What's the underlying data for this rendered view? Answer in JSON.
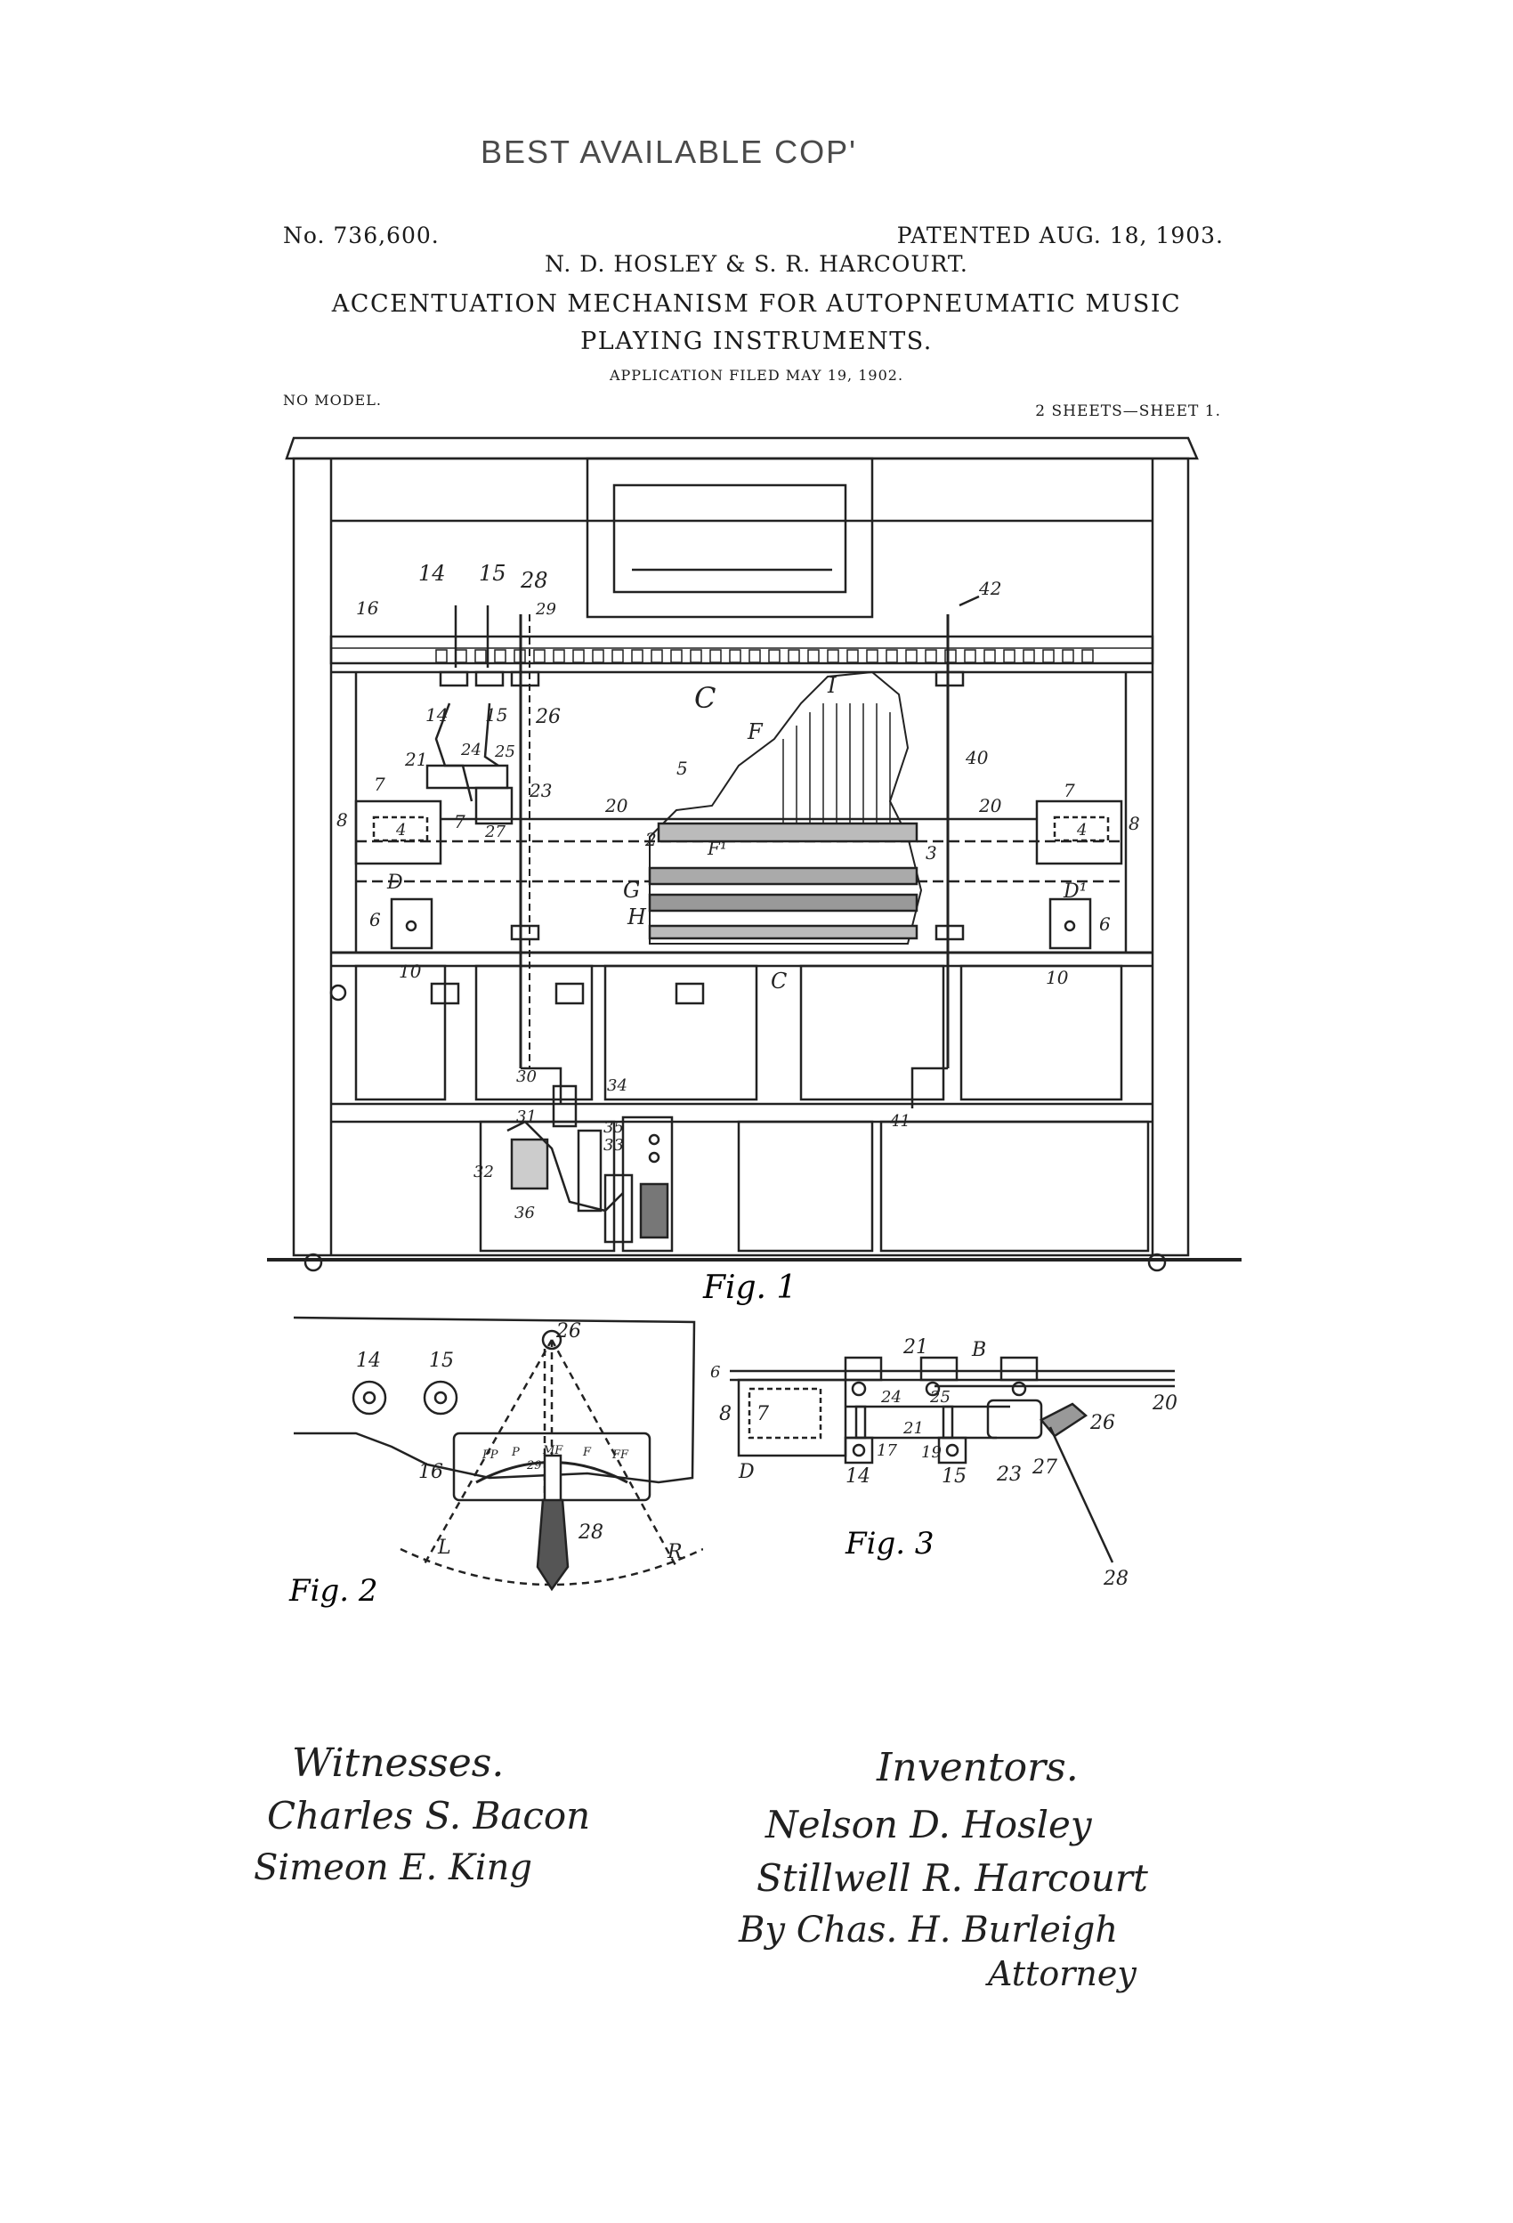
{
  "header": {
    "stamp": "BEST AVAILABLE COP'",
    "patent_number": "No. 736,600.",
    "patent_date": "PATENTED AUG. 18, 1903.",
    "inventors_line": "N. D. HOSLEY & S. R. HARCOURT.",
    "title_line_1": "ACCENTUATION MECHANISM FOR AUTOPNEUMATIC MUSIC",
    "title_line_2": "PLAYING INSTRUMENTS.",
    "application_filed": "APPLICATION FILED MAY 19, 1902.",
    "model_note": "NO MODEL.",
    "sheet_info": "2 SHEETS—SHEET 1."
  },
  "figures": {
    "fig1_caption": "Fig. 1",
    "fig2_caption": "Fig. 2",
    "fig3_caption": "Fig. 3",
    "fig1_labels": {
      "n14": "14",
      "n15": "15",
      "n28": "28",
      "n29": "29",
      "n16": "16",
      "n42": "42",
      "C_top": "C",
      "I": "I",
      "F": "F",
      "n14b": "14",
      "n15b": "15",
      "n26": "26",
      "n21": "21",
      "n24": "24",
      "n25": "25",
      "n23": "23",
      "n40": "40",
      "n5": "5",
      "n7a": "7",
      "n7b": "7",
      "n27": "27",
      "n20a": "20",
      "n20b": "20",
      "n7c": "7",
      "n8a": "8",
      "n8b": "8",
      "n2": "2",
      "F1": "F¹",
      "n3": "3",
      "n4a": "4",
      "n4b": "4",
      "D": "D",
      "D1": "D¹",
      "G": "G",
      "H": "H",
      "n6a": "6",
      "n6b": "6",
      "n10a": "10",
      "n10b": "10",
      "C_bot": "C",
      "n30": "30",
      "n34": "34",
      "n41": "41",
      "n31": "31",
      "n35": "35",
      "n33": "33",
      "n32": "32",
      "n36": "36"
    },
    "fig2_labels": {
      "n26": "26",
      "n14": "14",
      "n15": "15",
      "n16": "16",
      "n28": "28",
      "L": "L",
      "R": "R",
      "PP": "PP",
      "P": "P",
      "MF": "MF",
      "Fscale": "F",
      "FF": "FF",
      "n29": "29"
    },
    "fig3_labels": {
      "n6": "6",
      "n21a": "21",
      "B": "B",
      "n20": "20",
      "n8": "8",
      "n7": "7",
      "n24": "24",
      "n25": "25",
      "n26": "26",
      "n21b": "21",
      "n17": "17",
      "n19": "19",
      "D": "D",
      "n14": "14",
      "n15": "15",
      "n23": "23",
      "n27": "27",
      "n28": "28"
    }
  },
  "signatures": {
    "witnesses_label": "Witnesses.",
    "witness_1": "Charles S. Bacon",
    "witness_2": "Simeon E. King",
    "inventors_label": "Inventors.",
    "inventor_1": "Nelson D. Hosley",
    "inventor_2": "Stillwell R. Harcourt",
    "attorney_by": "By Chas. H. Burleigh",
    "attorney_title": "Attorney"
  }
}
